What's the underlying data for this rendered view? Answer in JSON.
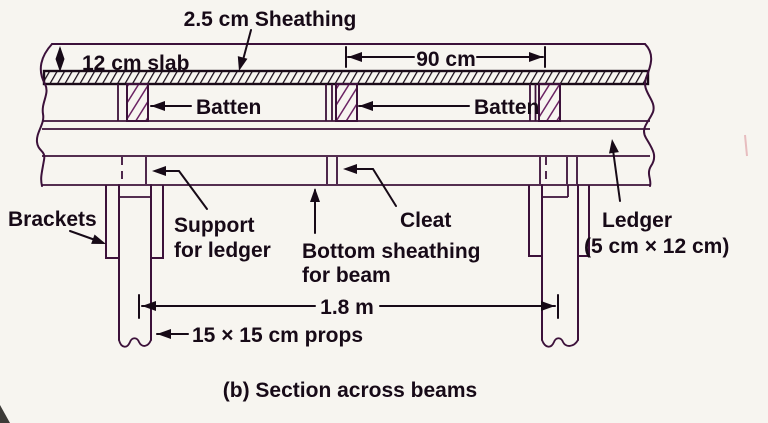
{
  "figure": {
    "caption": "(b) Section across beams",
    "dimensions": {
      "sheathing_thickness": "2.5 cm Sheathing",
      "slab_thickness": "12 cm slab",
      "batten_spacing": "90 cm",
      "prop_spacing": "1.8 m",
      "prop_size": "15 × 15 cm props",
      "ledger_size": "(5 cm × 12 cm)"
    },
    "labels": {
      "batten_left": "Batten",
      "batten_middle": "Batten",
      "brackets": "Brackets",
      "support_for_ledger": [
        "Support",
        "for ledger"
      ],
      "cleat": "Cleat",
      "bottom_sheathing": [
        "Bottom sheathing",
        "for beam"
      ],
      "ledger": "Ledger"
    },
    "colors": {
      "paper": "#f7f5f0",
      "ink": "#170a17",
      "line": "#3c113a",
      "hatch": "#6b2363"
    }
  }
}
